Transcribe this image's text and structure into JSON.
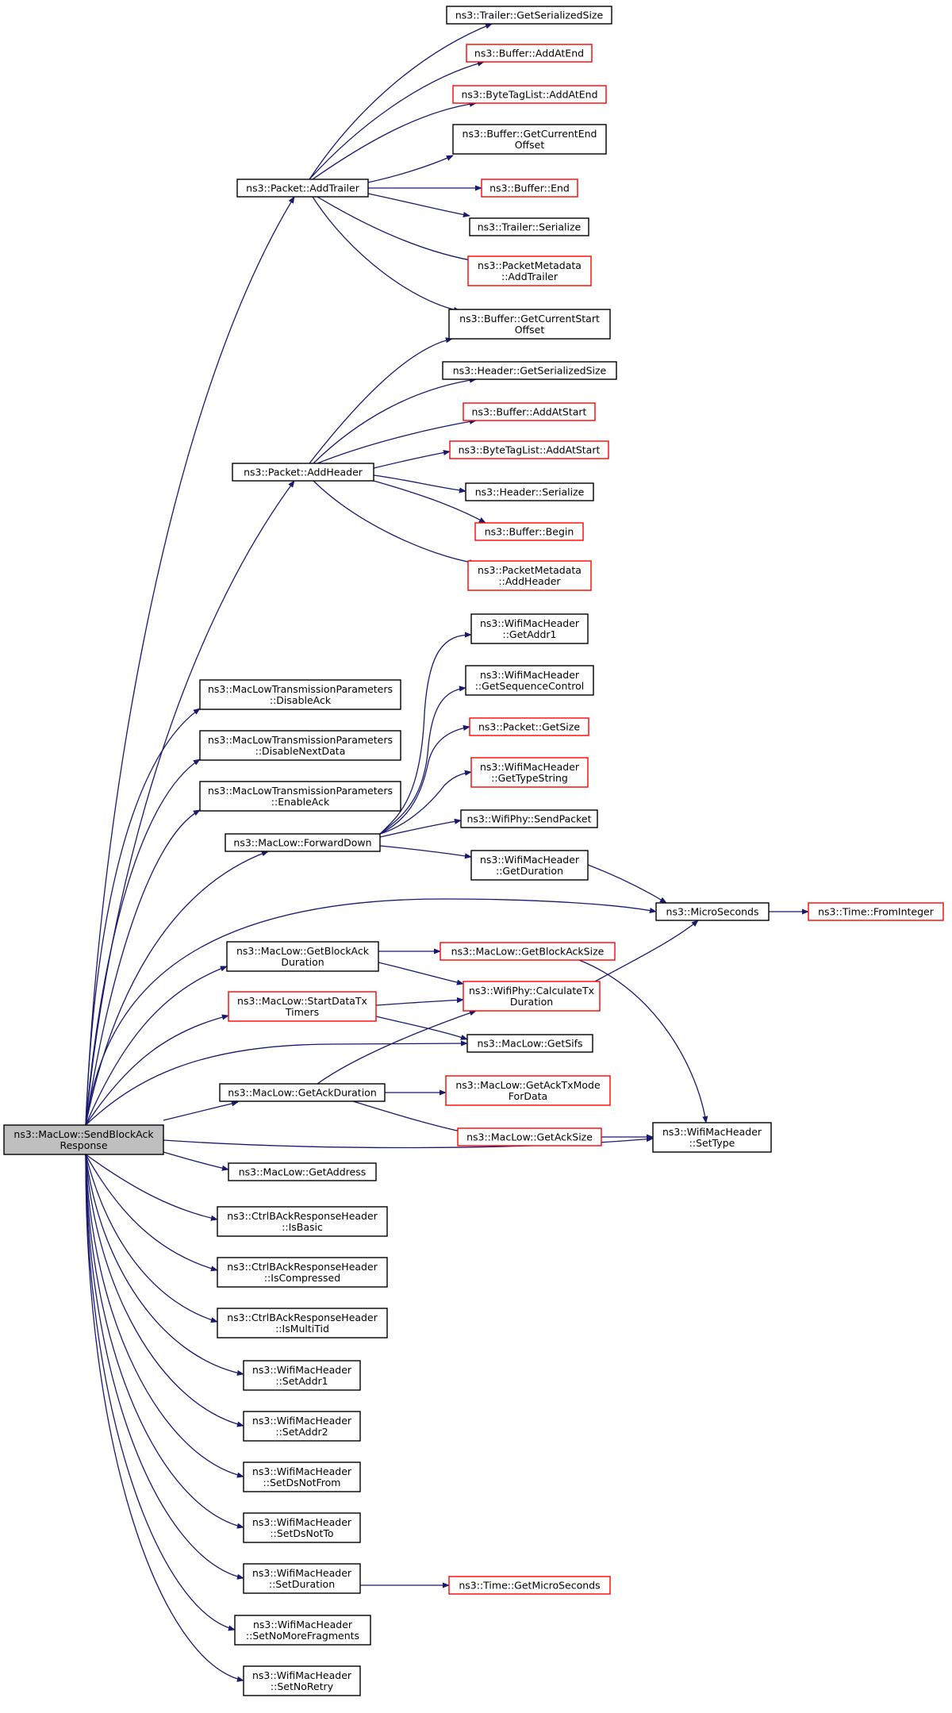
{
  "colors": {
    "edge": "#191970",
    "box_normal": "#000000",
    "box_link": "#ff0000",
    "root_fill": "#bfbfbf",
    "background": "#ffffff"
  },
  "nodes": [
    {
      "id": "root",
      "label": [
        "ns3::MacLow::SendBlockAck",
        "Response"
      ],
      "kind": "root"
    },
    {
      "id": "add_trailer",
      "label": [
        "ns3::Packet::AddTrailer"
      ],
      "kind": "normal"
    },
    {
      "id": "add_header",
      "label": [
        "ns3::Packet::AddHeader"
      ],
      "kind": "normal"
    },
    {
      "id": "mltp_disable_ack",
      "label": [
        "ns3::MacLowTransmissionParameters",
        "::DisableAck"
      ],
      "kind": "normal"
    },
    {
      "id": "mltp_disable_next",
      "label": [
        "ns3::MacLowTransmissionParameters",
        "::DisableNextData"
      ],
      "kind": "normal"
    },
    {
      "id": "mltp_enable_ack",
      "label": [
        "ns3::MacLowTransmissionParameters",
        "::EnableAck"
      ],
      "kind": "normal"
    },
    {
      "id": "forward_down",
      "label": [
        "ns3::MacLow::ForwardDown"
      ],
      "kind": "normal"
    },
    {
      "id": "get_blockack_duration",
      "label": [
        "ns3::MacLow::GetBlockAck",
        "Duration"
      ],
      "kind": "normal"
    },
    {
      "id": "start_datatx_timers",
      "label": [
        "ns3::MacLow::StartDataTx",
        "Timers"
      ],
      "kind": "link"
    },
    {
      "id": "get_ack_duration",
      "label": [
        "ns3::MacLow::GetAckDuration"
      ],
      "kind": "normal"
    },
    {
      "id": "get_address",
      "label": [
        "ns3::MacLow::GetAddress"
      ],
      "kind": "normal"
    },
    {
      "id": "is_basic",
      "label": [
        "ns3::CtrlBAckResponseHeader",
        "::IsBasic"
      ],
      "kind": "normal"
    },
    {
      "id": "is_compressed",
      "label": [
        "ns3::CtrlBAckResponseHeader",
        "::IsCompressed"
      ],
      "kind": "normal"
    },
    {
      "id": "is_multitid",
      "label": [
        "ns3::CtrlBAckResponseHeader",
        "::IsMultiTid"
      ],
      "kind": "normal"
    },
    {
      "id": "set_addr1",
      "label": [
        "ns3::WifiMacHeader",
        "::SetAddr1"
      ],
      "kind": "normal"
    },
    {
      "id": "set_addr2",
      "label": [
        "ns3::WifiMacHeader",
        "::SetAddr2"
      ],
      "kind": "normal"
    },
    {
      "id": "set_ds_not_from",
      "label": [
        "ns3::WifiMacHeader",
        "::SetDsNotFrom"
      ],
      "kind": "normal"
    },
    {
      "id": "set_ds_not_to",
      "label": [
        "ns3::WifiMacHeader",
        "::SetDsNotTo"
      ],
      "kind": "normal"
    },
    {
      "id": "set_duration",
      "label": [
        "ns3::WifiMacHeader",
        "::SetDuration"
      ],
      "kind": "normal"
    },
    {
      "id": "set_no_more_frag",
      "label": [
        "ns3::WifiMacHeader",
        "::SetNoMoreFragments"
      ],
      "kind": "normal"
    },
    {
      "id": "set_no_retry",
      "label": [
        "ns3::WifiMacHeader",
        "::SetNoRetry"
      ],
      "kind": "normal"
    },
    {
      "id": "trailer_get_ser_size",
      "label": [
        "ns3::Trailer::GetSerializedSize"
      ],
      "kind": "normal"
    },
    {
      "id": "buffer_add_at_end",
      "label": [
        "ns3::Buffer::AddAtEnd"
      ],
      "kind": "link"
    },
    {
      "id": "btl_add_at_end",
      "label": [
        "ns3::ByteTagList::AddAtEnd"
      ],
      "kind": "link"
    },
    {
      "id": "buffer_get_cur_end",
      "label": [
        "ns3::Buffer::GetCurrentEnd",
        "Offset"
      ],
      "kind": "normal"
    },
    {
      "id": "buffer_end",
      "label": [
        "ns3::Buffer::End"
      ],
      "kind": "link"
    },
    {
      "id": "trailer_serialize",
      "label": [
        "ns3::Trailer::Serialize"
      ],
      "kind": "normal"
    },
    {
      "id": "pm_add_trailer",
      "label": [
        "ns3::PacketMetadata",
        "::AddTrailer"
      ],
      "kind": "link"
    },
    {
      "id": "buffer_get_cur_start",
      "label": [
        "ns3::Buffer::GetCurrentStart",
        "Offset"
      ],
      "kind": "normal"
    },
    {
      "id": "header_get_ser_size",
      "label": [
        "ns3::Header::GetSerializedSize"
      ],
      "kind": "normal"
    },
    {
      "id": "buffer_add_at_start",
      "label": [
        "ns3::Buffer::AddAtStart"
      ],
      "kind": "link"
    },
    {
      "id": "btl_add_at_start",
      "label": [
        "ns3::ByteTagList::AddAtStart"
      ],
      "kind": "link"
    },
    {
      "id": "header_serialize",
      "label": [
        "ns3::Header::Serialize"
      ],
      "kind": "normal"
    },
    {
      "id": "buffer_begin",
      "label": [
        "ns3::Buffer::Begin"
      ],
      "kind": "link"
    },
    {
      "id": "pm_add_header",
      "label": [
        "ns3::PacketMetadata",
        "::AddHeader"
      ],
      "kind": "link"
    },
    {
      "id": "wmh_get_addr1",
      "label": [
        "ns3::WifiMacHeader",
        "::GetAddr1"
      ],
      "kind": "normal"
    },
    {
      "id": "wmh_get_seq_ctrl",
      "label": [
        "ns3::WifiMacHeader",
        "::GetSequenceControl"
      ],
      "kind": "normal"
    },
    {
      "id": "packet_get_size",
      "label": [
        "ns3::Packet::GetSize"
      ],
      "kind": "link"
    },
    {
      "id": "wmh_get_type_string",
      "label": [
        "ns3::WifiMacHeader",
        "::GetTypeString"
      ],
      "kind": "link"
    },
    {
      "id": "wifiphy_send_packet",
      "label": [
        "ns3::WifiPhy::SendPacket"
      ],
      "kind": "normal"
    },
    {
      "id": "wmh_get_duration",
      "label": [
        "ns3::WifiMacHeader",
        "::GetDuration"
      ],
      "kind": "normal"
    },
    {
      "id": "microseconds",
      "label": [
        "ns3::MicroSeconds"
      ],
      "kind": "normal"
    },
    {
      "id": "time_from_integer",
      "label": [
        "ns3::Time::FromInteger"
      ],
      "kind": "link"
    },
    {
      "id": "get_blockack_size",
      "label": [
        "ns3::MacLow::GetBlockAckSize"
      ],
      "kind": "link"
    },
    {
      "id": "calc_tx_duration",
      "label": [
        "ns3::WifiPhy::CalculateTx",
        "Duration"
      ],
      "kind": "link"
    },
    {
      "id": "get_sifs",
      "label": [
        "ns3::MacLow::GetSifs"
      ],
      "kind": "normal"
    },
    {
      "id": "get_ack_txmode",
      "label": [
        "ns3::MacLow::GetAckTxMode",
        "ForData"
      ],
      "kind": "link"
    },
    {
      "id": "get_ack_size",
      "label": [
        "ns3::MacLow::GetAckSize"
      ],
      "kind": "link"
    },
    {
      "id": "wmh_set_type",
      "label": [
        "ns3::WifiMacHeader",
        "::SetType"
      ],
      "kind": "normal"
    },
    {
      "id": "time_get_microseconds",
      "label": [
        "ns3::Time::GetMicroSeconds"
      ],
      "kind": "link"
    }
  ]
}
